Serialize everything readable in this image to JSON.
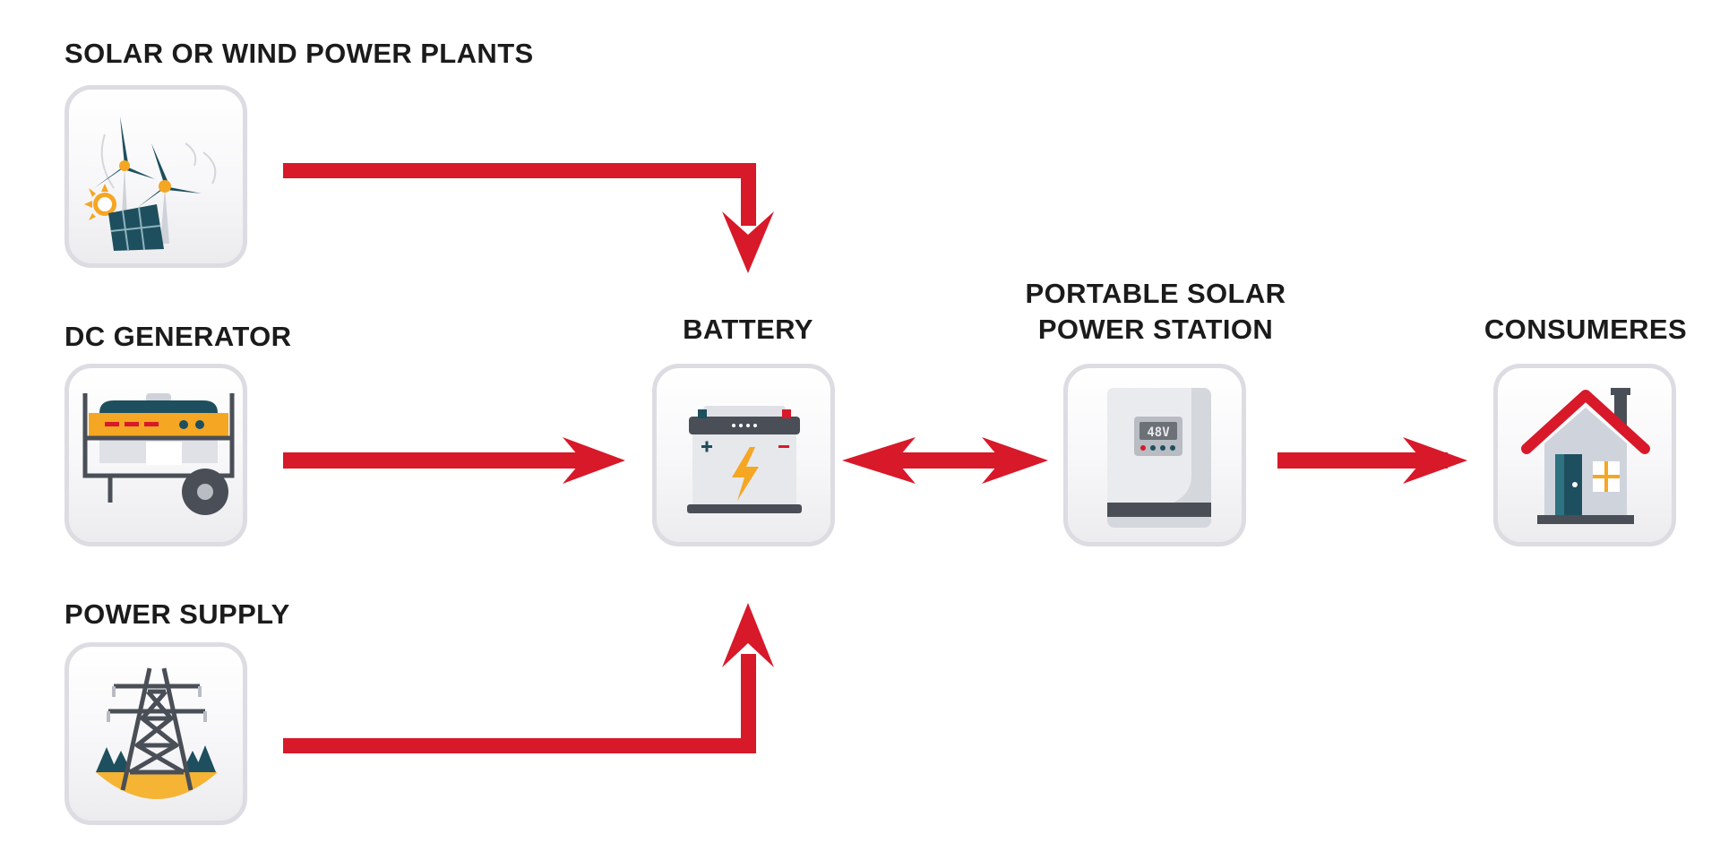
{
  "nodes": {
    "solar_wind": {
      "label": "SOLAR OR WIND POWER PLANTS",
      "icon": "wind-turbine-solar-panel-icon"
    },
    "dc_generator": {
      "label": "DC GENERATOR",
      "icon": "generator-icon"
    },
    "power_supply": {
      "label": "POWER SUPPLY",
      "icon": "power-pylon-icon"
    },
    "battery": {
      "label": "BATTERY",
      "icon": "car-battery-icon"
    },
    "station": {
      "label_line1": "PORTABLE SOLAR",
      "label_line2": "POWER STATION",
      "display_text": "48V",
      "icon": "power-station-icon"
    },
    "consumers": {
      "label": "CONSUMERES",
      "icon": "house-icon"
    }
  },
  "edges": [
    {
      "from": "SOLAR OR WIND POWER PLANTS",
      "to": "BATTERY",
      "direction": "one-way"
    },
    {
      "from": "DC GENERATOR",
      "to": "BATTERY",
      "direction": "one-way"
    },
    {
      "from": "POWER SUPPLY",
      "to": "BATTERY",
      "direction": "one-way"
    },
    {
      "from": "BATTERY",
      "to": "PORTABLE SOLAR POWER STATION",
      "direction": "two-way"
    },
    {
      "from": "PORTABLE SOLAR POWER STATION",
      "to": "CONSUMERES",
      "direction": "one-way"
    }
  ],
  "colors": {
    "arrow": "#d7192a",
    "tile_border": "#dcdce2",
    "text": "#1b1b1b",
    "accent_orange": "#f5a623",
    "dark_teal": "#1e4f5e"
  }
}
